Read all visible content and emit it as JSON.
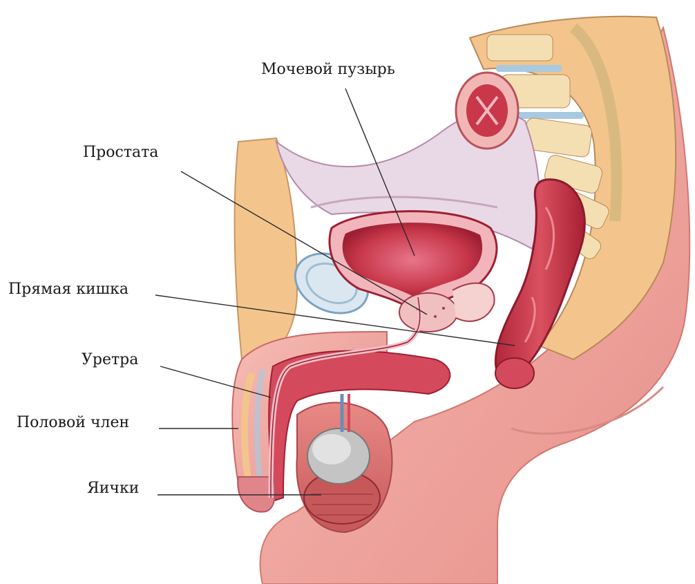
{
  "labels": {
    "bladder": "Мочевой пузырь",
    "prostate": "Простата",
    "rectum": "Прямая кишка",
    "urethra": "Уретра",
    "penis": "Половой член",
    "testes": "Яички"
  },
  "colors": {
    "skin": "#f2a7a0",
    "skin_dark": "#e0867e",
    "fat": "#f3c58c",
    "bone": "#f4dfb2",
    "disc": "#a9c9e0",
    "organ": "#c8374a",
    "organ_dark": "#9e1f33",
    "organ_light": "#e8758a",
    "membrane": "#e9d9e6",
    "line": "#2a2a2a"
  }
}
